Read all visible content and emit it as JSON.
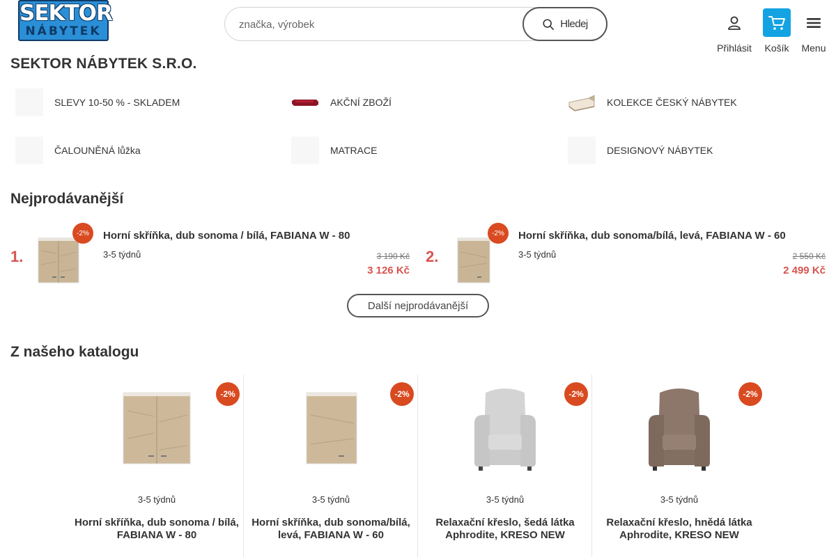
{
  "header": {
    "logo_line1": "SEKTOR",
    "logo_line2": "NÁBYTEK",
    "search_placeholder": "značka, výrobek",
    "search_button": "Hledej",
    "login_label": "Přihlásit",
    "cart_label": "Košík",
    "menu_label": "Menu"
  },
  "company_title": "SEKTOR NÁBYTEK S.R.O.",
  "categories": [
    {
      "label": "SLEVY 10-50 % - SKLADEM"
    },
    {
      "label": "AKČNÍ ZBOŽÍ"
    },
    {
      "label": "KOLEKCE ČESKÝ NÁBYTEK"
    },
    {
      "label": "ČALOUNĚNÁ lůžka"
    },
    {
      "label": "MATRACE"
    },
    {
      "label": "DESIGNOVÝ NÁBYTEK"
    }
  ],
  "bestsellers": {
    "title": "Nejprodávanější",
    "items": [
      {
        "rank": "1.",
        "badge": "-2%",
        "name": "Horní skříňka, dub sonoma / bílá, FABIANA W - 80",
        "delivery": "3-5 týdnů",
        "old_price": "3 190 Kč",
        "price": "3 126 Kč"
      },
      {
        "rank": "2.",
        "badge": "-2%",
        "name": "Horní skříňka, dub sonoma/bílá, levá, FABIANA W - 60",
        "delivery": "3-5 týdnů",
        "old_price": "2 550 Kč",
        "price": "2 499 Kč"
      }
    ],
    "more_button": "Další nejprodávanější"
  },
  "catalog": {
    "title": "Z našeho katalogu",
    "items": [
      {
        "badge": "-2%",
        "delivery": "3-5 týdnů",
        "name": "Horní skříňka, dub sonoma / bílá, FABIANA W - 80",
        "image": "cabinet-wide"
      },
      {
        "badge": "-2%",
        "delivery": "3-5 týdnů",
        "name": "Horní skříňka, dub sonoma/bílá, levá, FABIANA W - 60",
        "image": "cabinet-narrow"
      },
      {
        "badge": "-2%",
        "delivery": "3-5 týdnů",
        "name": "Relaxační křeslo, šedá látka Aphrodite, KRESO NEW",
        "image": "recliner-grey",
        "color": "#cfcfcf"
      },
      {
        "badge": "-2%",
        "delivery": "3-5 týdnů",
        "name": "Relaxační křeslo, hnědá látka Aphrodite, KRESO NEW",
        "image": "recliner-brown",
        "color": "#8a7467"
      }
    ]
  },
  "colors": {
    "accent_red": "#d9534f",
    "badge_orange": "#d94a20",
    "cart_blue": "#14a3e2",
    "logo_blue": "#2a8fd6"
  }
}
